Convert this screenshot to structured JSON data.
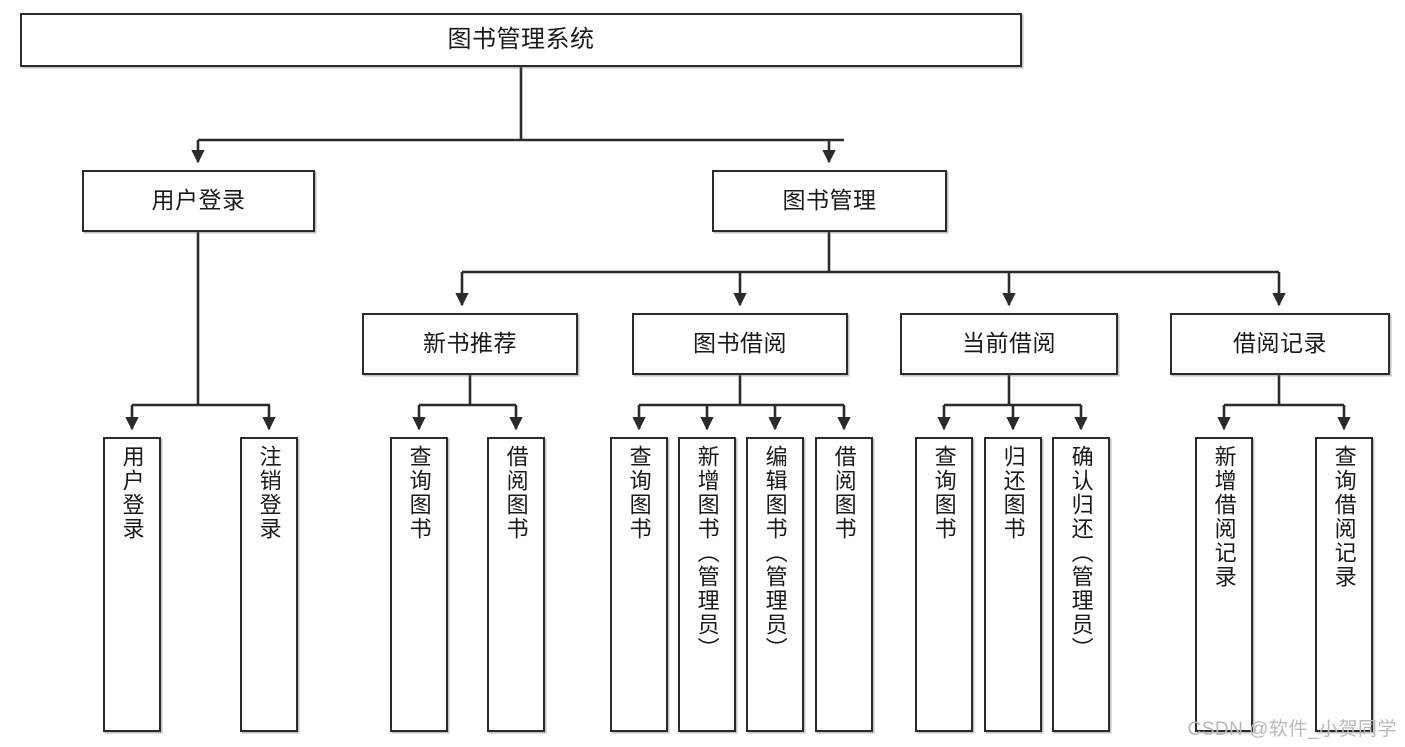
{
  "diagram": {
    "title": "图书管理系统",
    "type": "tree",
    "watermark": "CSDN @软件_小贺同学",
    "colors": {
      "box_border": "#2b2b2b",
      "box_fill": "#ffffff",
      "edge": "#2b2b2b",
      "text": "#1a1a1a",
      "watermark": "#b9b9b9",
      "background": "#ffffff"
    },
    "nodes": {
      "root": {
        "label": "图书管理系统",
        "orientation": "horizontal"
      },
      "level1": [
        {
          "id": "user-login",
          "label": "用户登录",
          "orientation": "horizontal"
        },
        {
          "id": "book-management",
          "label": "图书管理",
          "orientation": "horizontal"
        }
      ],
      "level2": [
        {
          "id": "new-book-recommend",
          "label": "新书推荐",
          "orientation": "horizontal"
        },
        {
          "id": "book-borrow",
          "label": "图书借阅",
          "orientation": "horizontal"
        },
        {
          "id": "current-borrow",
          "label": "当前借阅",
          "orientation": "horizontal"
        },
        {
          "id": "borrow-record",
          "label": "借阅记录",
          "orientation": "horizontal"
        }
      ],
      "leaves": [
        {
          "id": "leaf-user-login",
          "parent": "user-login",
          "label": "用户登录",
          "orientation": "vertical"
        },
        {
          "id": "leaf-user-logout",
          "parent": "user-login",
          "label": "注销登录",
          "orientation": "vertical"
        },
        {
          "id": "leaf-query-book-1",
          "parent": "new-book-recommend",
          "label": "查询图书",
          "orientation": "vertical"
        },
        {
          "id": "leaf-borrow-book-1",
          "parent": "new-book-recommend",
          "label": "借阅图书",
          "orientation": "vertical"
        },
        {
          "id": "leaf-query-book-2",
          "parent": "book-borrow",
          "label": "查询图书",
          "orientation": "vertical"
        },
        {
          "id": "leaf-add-book",
          "parent": "book-borrow",
          "label": "新增图书（管理员）",
          "orientation": "vertical"
        },
        {
          "id": "leaf-edit-book",
          "parent": "book-borrow",
          "label": "编辑图书（管理员）",
          "orientation": "vertical"
        },
        {
          "id": "leaf-borrow-book-2",
          "parent": "book-borrow",
          "label": "借阅图书",
          "orientation": "vertical"
        },
        {
          "id": "leaf-query-book-3",
          "parent": "current-borrow",
          "label": "查询图书",
          "orientation": "vertical"
        },
        {
          "id": "leaf-return-book",
          "parent": "current-borrow",
          "label": "归还图书",
          "orientation": "vertical"
        },
        {
          "id": "leaf-confirm-return",
          "parent": "current-borrow",
          "label": "确认归还（管理员）",
          "orientation": "vertical"
        },
        {
          "id": "leaf-add-record",
          "parent": "borrow-record",
          "label": "新增借阅记录",
          "orientation": "vertical"
        },
        {
          "id": "leaf-query-record",
          "parent": "borrow-record",
          "label": "查询借阅记录",
          "orientation": "vertical"
        }
      ]
    }
  }
}
